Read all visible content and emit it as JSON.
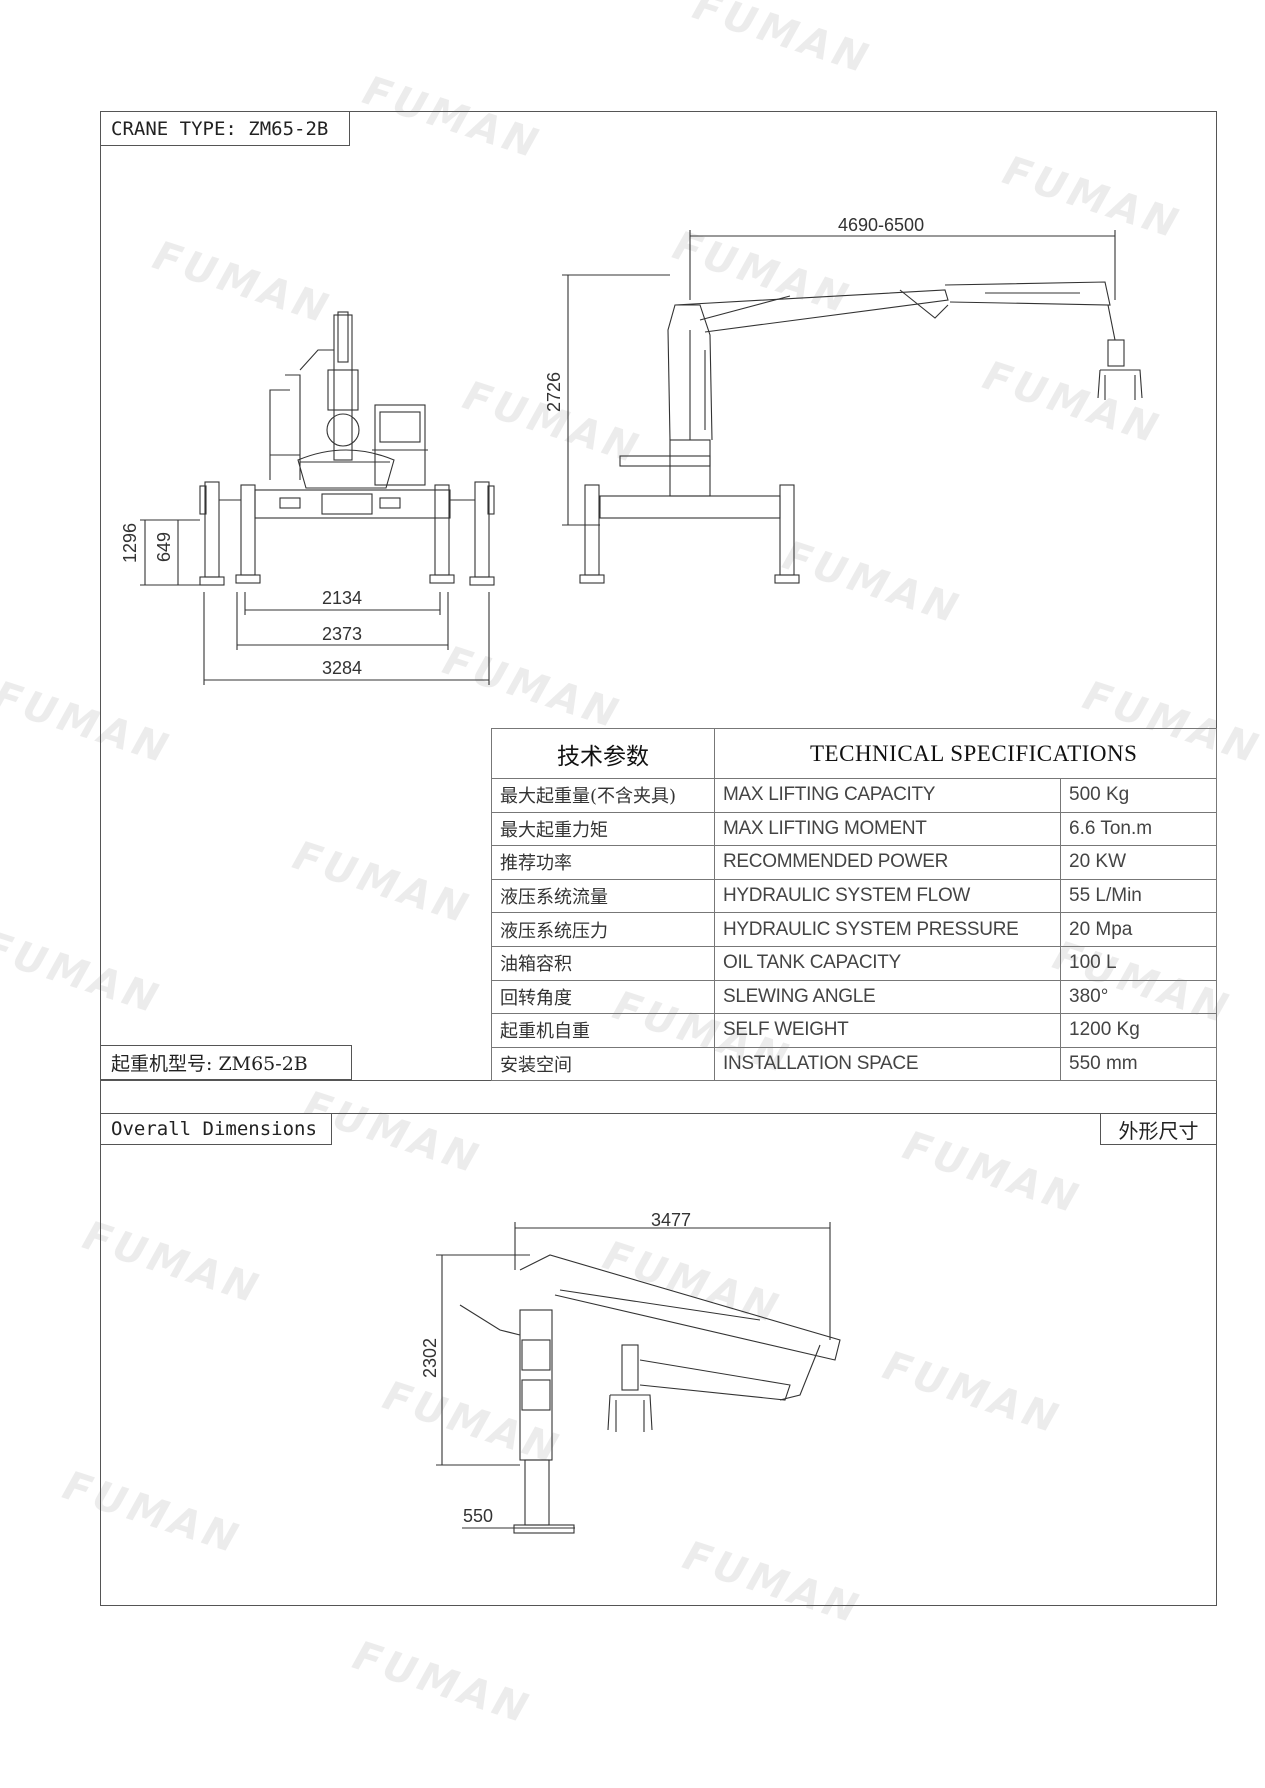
{
  "header": {
    "crane_type_en": "CRANE TYPE: ZM65-2B",
    "crane_type_zh": "起重机型号: ZM65-2B",
    "overall_dimensions_en": "Overall Dimensions",
    "overall_dimensions_zh": "外形尺寸"
  },
  "watermark": {
    "text": "FUMAN",
    "logo_glyph": "fuman-logo-icon"
  },
  "front_view": {
    "dimensions": {
      "height_total": "1296",
      "height_leg": "649",
      "width_inner": "2134",
      "width_mid": "2373",
      "width_outer": "3284"
    }
  },
  "side_view": {
    "dimensions": {
      "reach": "4690-6500",
      "height": "2726"
    }
  },
  "folded_view": {
    "dimensions": {
      "length": "3477",
      "height": "2302",
      "base": "550"
    }
  },
  "specs": {
    "title_zh": "技术参数",
    "title_en": "TECHNICAL SPECIFICATIONS",
    "rows": [
      {
        "zh": "最大起重量(不含夹具)",
        "en": "MAX LIFTING CAPACITY",
        "value": "500 Kg"
      },
      {
        "zh": "最大起重力矩",
        "en": "MAX LIFTING MOMENT",
        "value": "6.6 Ton.m"
      },
      {
        "zh": "推荐功率",
        "en": "RECOMMENDED POWER",
        "value": "20 KW"
      },
      {
        "zh": "液压系统流量",
        "en": "HYDRAULIC SYSTEM FLOW",
        "value": "55 L/Min"
      },
      {
        "zh": "液压系统压力",
        "en": "HYDRAULIC SYSTEM PRESSURE",
        "value": "20 Mpa"
      },
      {
        "zh": "油箱容积",
        "en": "OIL TANK CAPACITY",
        "value": "100 L"
      },
      {
        "zh": "回转角度",
        "en": "SLEWING ANGLE",
        "value": "380°"
      },
      {
        "zh": "起重机自重",
        "en": "SELF WEIGHT",
        "value": "1200 Kg"
      },
      {
        "zh": "安装空间",
        "en": "INSTALLATION SPACE",
        "value": "550 mm"
      }
    ]
  }
}
